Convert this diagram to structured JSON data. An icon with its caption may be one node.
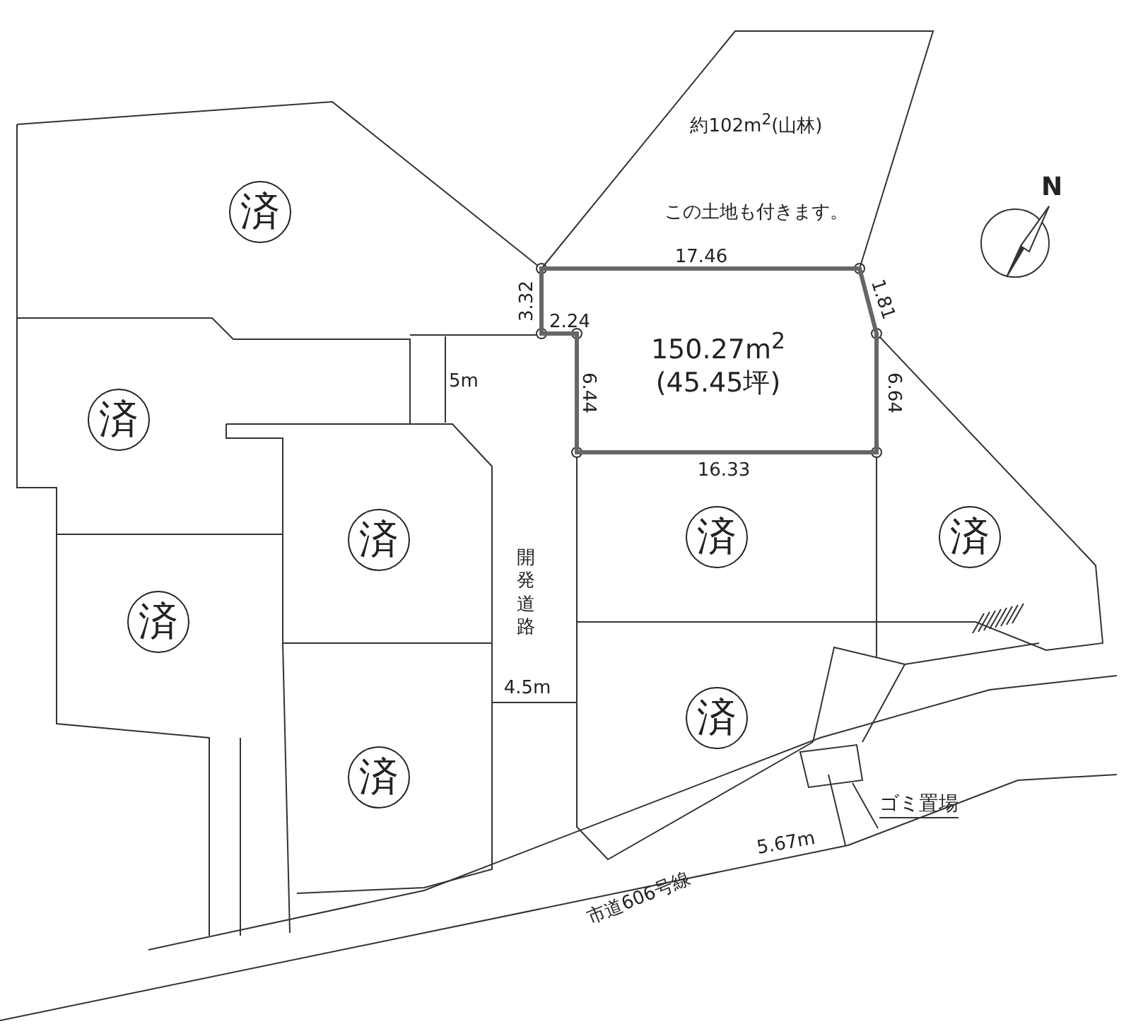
{
  "diagram": {
    "nodes": [
      {
        "text": [
          "約102m$^{2}$(山林)",
          "この土地も付きます。"
        ]
      },
      {
        "text": [
          "150.27m$^{2}$",
          "(45.45坪)"
        ]
      },
      {
        "text": [
          "済"
        ]
      },
      {
        "text": [
          "済"
        ]
      },
      {
        "text": [
          "済"
        ]
      },
      {
        "text": [
          "済"
        ]
      },
      {
        "text": [
          "済"
        ]
      },
      {
        "text": [
          "済"
        ]
      },
      {
        "text": [
          "済"
        ]
      },
      {
        "text": [
          "済"
        ]
      },
      {
        "text": [
          "ゴミ置場"
        ]
      },
      {
        "text": [],
        "shape": "box"
      }
    ],
    "edges": [
      {
        "from": 10,
        "to": 11,
        "arrow": "none"
      }
    ],
    "labels": [
      "17.46",
      "1.81",
      "3.32",
      "2.24",
      "6.44",
      "6.64",
      "16.33",
      "5m",
      "開発道路",
      "4.5m",
      "5.67m",
      "市道606号線",
      "N"
    ]
  }
}
